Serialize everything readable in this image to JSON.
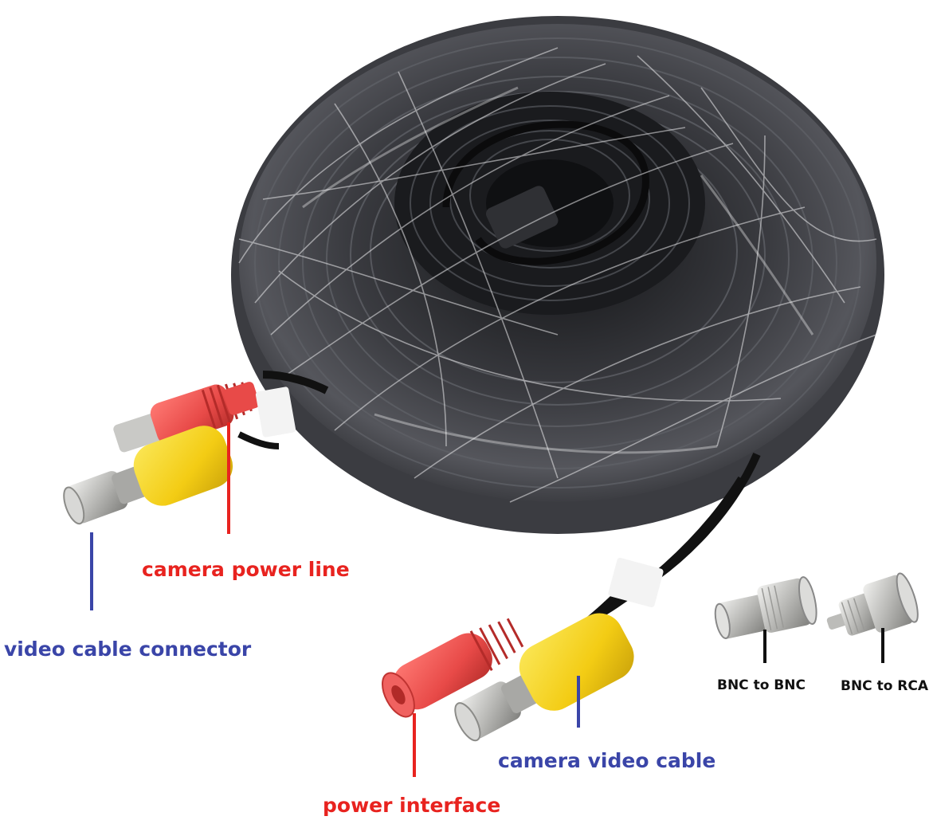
{
  "labels": {
    "camera_power_line": "camera power line",
    "video_cable_connector": "video cable connector",
    "camera_video_cable": "camera video cable",
    "power_interface": "power interface",
    "bnc_to_bnc": "BNC to BNC",
    "bnc_to_rca": "BNC to RCA"
  },
  "colors": {
    "red_label": "#e8231f",
    "blue_label": "#3a45a8",
    "black_label": "#111111",
    "cable_dark": "#2a2b2f",
    "connector_red": "#e84a48",
    "connector_yellow": "#f5d21f",
    "metal": "#c7c7c5"
  }
}
